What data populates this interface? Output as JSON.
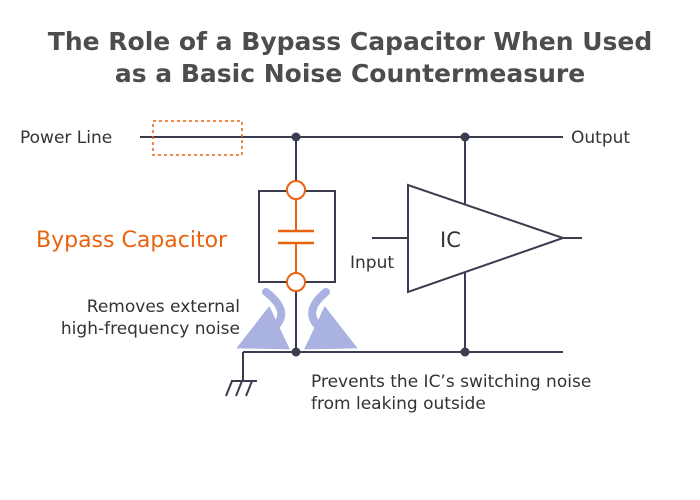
{
  "title": {
    "line1": "The Role of a Bypass Capacitor When Used",
    "line2": "as a Basic Noise Countermeasure"
  },
  "labels": {
    "power_line": "Power Line",
    "output": "Output",
    "bypass_capacitor": "Bypass Capacitor",
    "ic": "IC",
    "input": "Input",
    "removes_line1": "Removes external",
    "removes_line2": "high-frequency noise",
    "prevents_line1": "Prevents the IC’s switching noise",
    "prevents_line2": "from leaking outside"
  },
  "colors": {
    "wire": "#3a3d4f",
    "accent": "#e8620f",
    "arrow": "#a9b2e0",
    "text": "#333333"
  },
  "icons": {
    "ground": "ground-symbol-icon",
    "capacitor": "capacitor-icon",
    "amplifier": "amplifier-triangle-icon"
  }
}
